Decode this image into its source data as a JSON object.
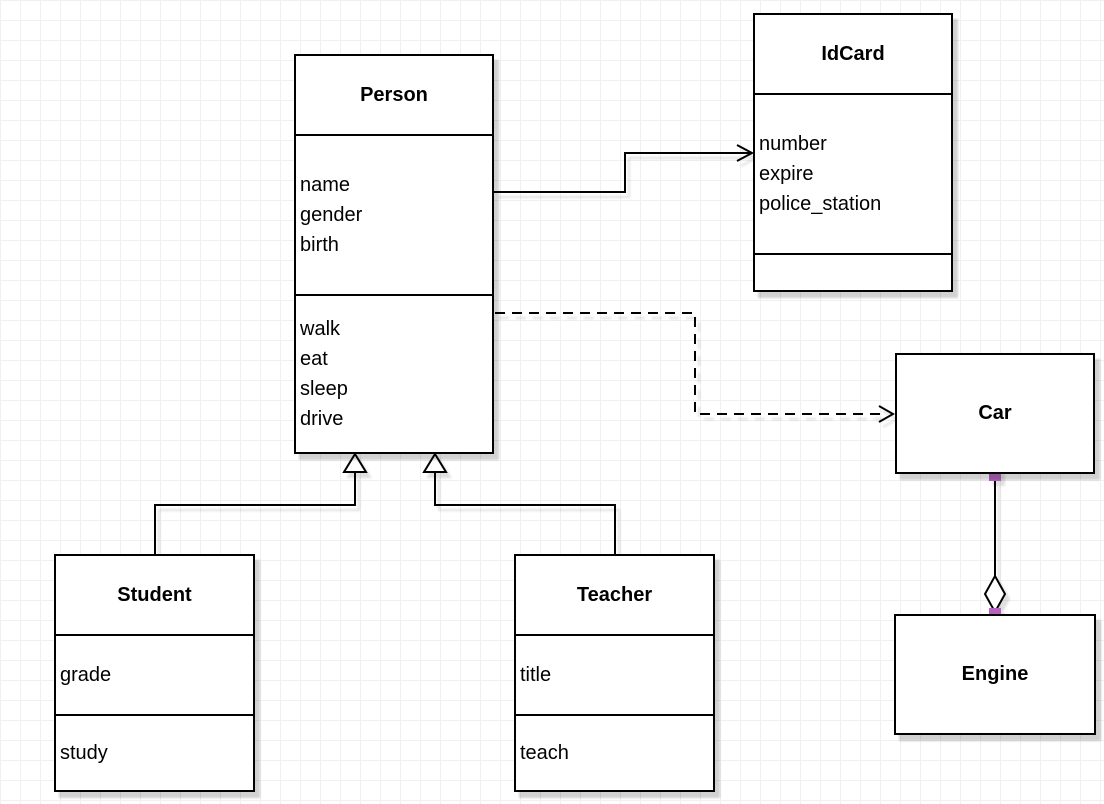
{
  "diagram": {
    "classes": {
      "person": {
        "title": "Person",
        "attributes": [
          "name",
          "gender",
          "birth"
        ],
        "methods": [
          "walk",
          "eat",
          "sleep",
          "drive"
        ]
      },
      "idcard": {
        "title": "IdCard",
        "attributes": [
          "number",
          "expire",
          "police_station"
        ],
        "methods": []
      },
      "car": {
        "title": "Car",
        "attributes": [],
        "methods": []
      },
      "engine": {
        "title": "Engine",
        "attributes": [],
        "methods": []
      },
      "student": {
        "title": "Student",
        "attributes": [
          "grade"
        ],
        "methods": [
          "study"
        ]
      },
      "teacher": {
        "title": "Teacher",
        "attributes": [
          "title"
        ],
        "methods": [
          "teach"
        ]
      }
    },
    "relationships": [
      {
        "type": "association",
        "from": "Person",
        "to": "IdCard",
        "line": "solid",
        "head": "open-arrow"
      },
      {
        "type": "dependency",
        "from": "Person",
        "to": "Car",
        "line": "dashed",
        "head": "open-arrow"
      },
      {
        "type": "generalization",
        "from": "Student",
        "to": "Person",
        "line": "solid",
        "head": "hollow-triangle"
      },
      {
        "type": "generalization",
        "from": "Teacher",
        "to": "Person",
        "line": "solid",
        "head": "hollow-triangle"
      },
      {
        "type": "aggregation",
        "from": "Car",
        "to": "Engine",
        "line": "solid",
        "head": "hollow-diamond",
        "endpoint_color": "#b563bd"
      }
    ],
    "colors": {
      "stroke": "#000000",
      "fill": "#ffffff",
      "grid": "#f0f0f3",
      "endpoint": "#b563bd"
    }
  }
}
